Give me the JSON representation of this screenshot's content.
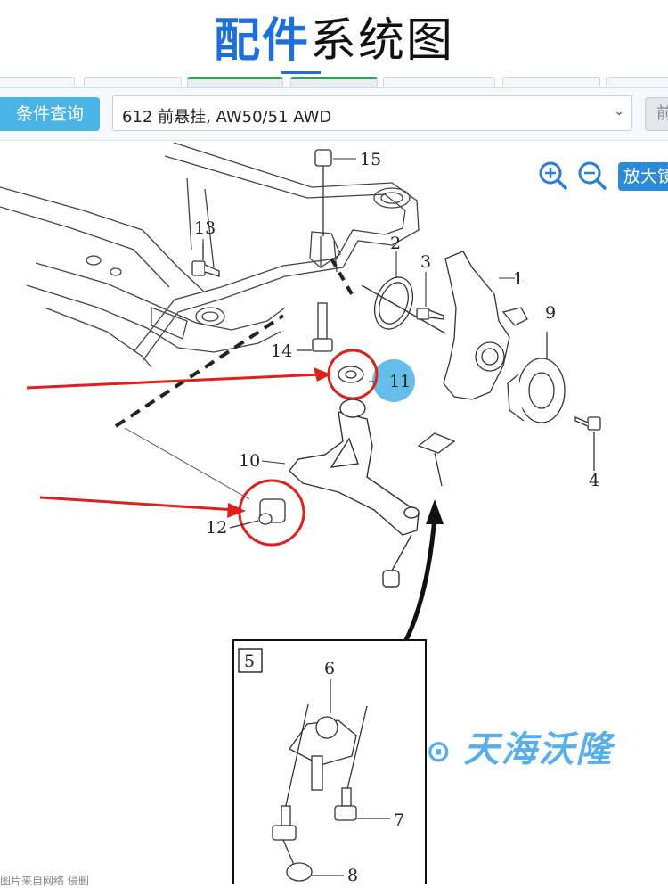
{
  "header": {
    "title_part1": "配件",
    "title_part2": "系统图"
  },
  "toolbar": {
    "query_button": "条件查询",
    "model_select_value": "612 前悬挂, AW50/51 AWD",
    "right_button_partial": "前"
  },
  "zoom": {
    "zoom_in": "zoom-in-icon",
    "zoom_out": "zoom-out-icon",
    "enlarge_label": "放大镜"
  },
  "diagram": {
    "callouts": [
      "1",
      "2",
      "3",
      "4",
      "5",
      "6",
      "7",
      "8",
      "9",
      "10",
      "11",
      "12",
      "13",
      "14",
      "15"
    ],
    "inset_label": "5",
    "highlight_color": "#e0201b",
    "badge_color": "#4ab3e6"
  },
  "watermark": {
    "text": "天海沃隆"
  },
  "footer": {
    "text": "图片来自网络 侵删"
  }
}
